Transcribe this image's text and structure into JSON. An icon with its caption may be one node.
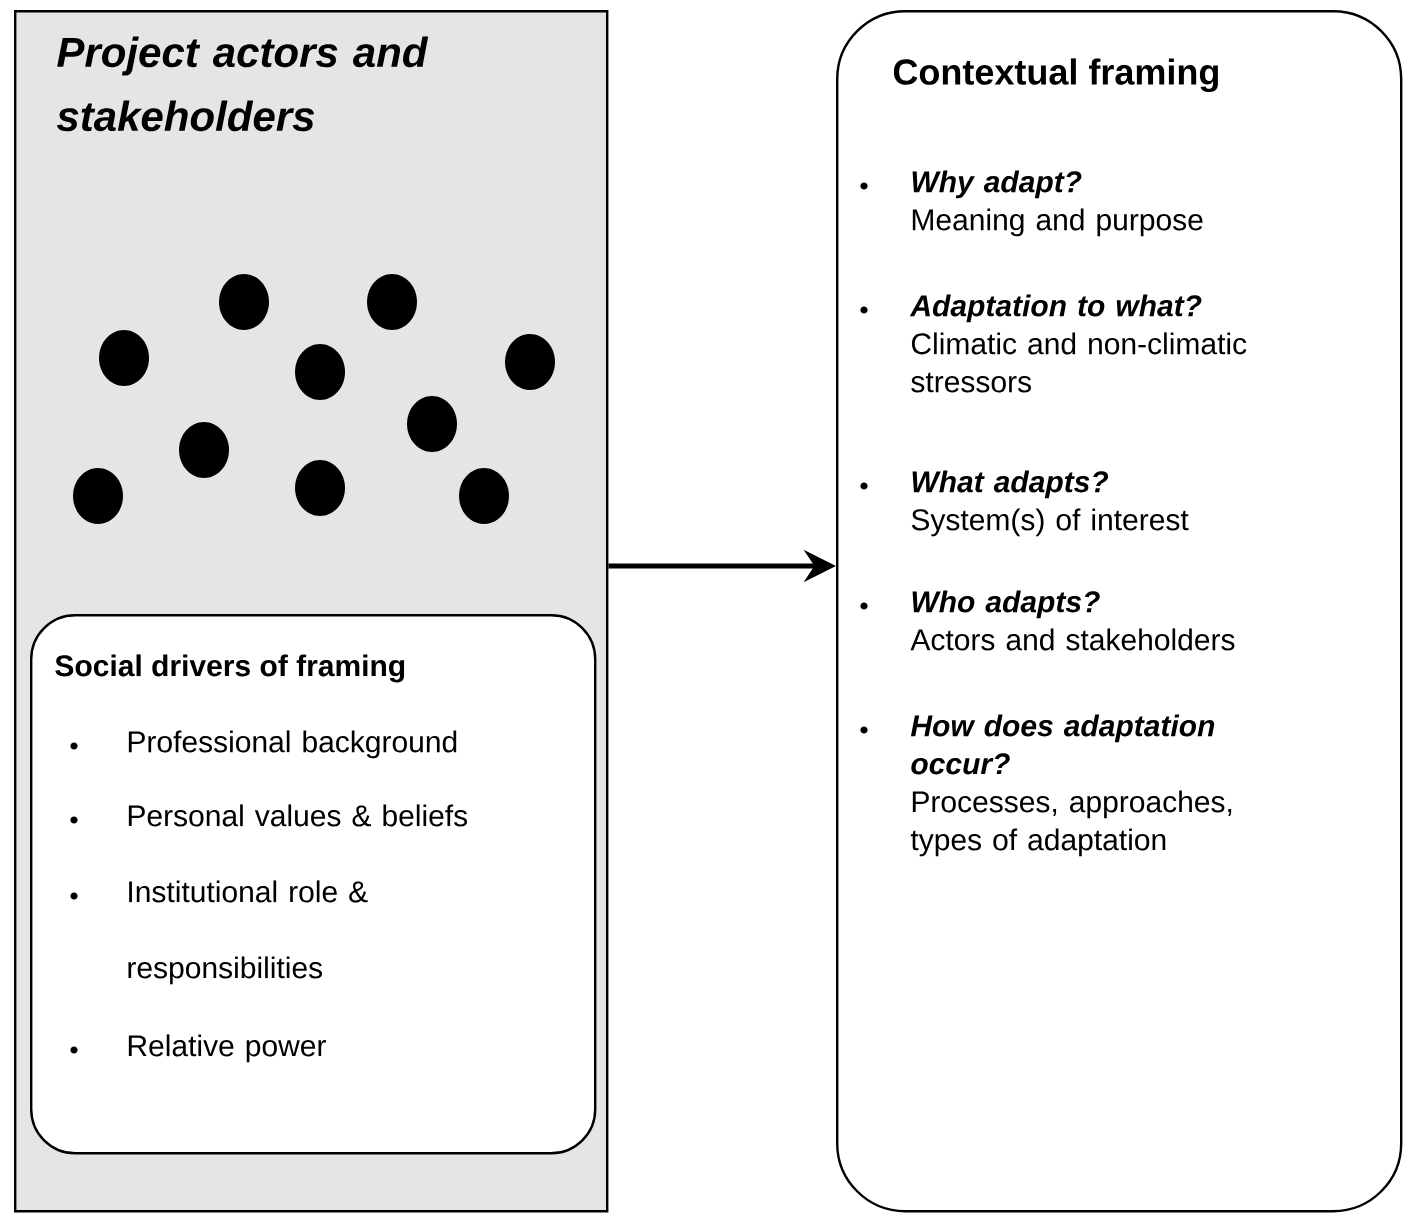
{
  "diagram": {
    "nodes": [
      {
        "text": [
          "Project actors and stakeholders"
        ]
      },
      {
        "text": [
          "Social drivers of framing",
          "Professional background",
          "Personal values & beliefs",
          "Institutional role & responsibilities",
          "Relative power"
        ],
        "in": 0
      },
      {
        "text": [
          "Contextual framing",
          "Why adapt?",
          "Meaning and purpose",
          "Adaptation to what?",
          "Climatic and non-climatic stressors",
          "What adapts?",
          "System(s) of interest",
          "Who adapts?",
          "Actors and stakeholders",
          "How does adaptation occur?",
          "Processes, approaches, types of adaptation"
        ]
      }
    ],
    "edges": [
      {
        "from": 0,
        "to": 2,
        "arrow": "to"
      }
    ]
  }
}
